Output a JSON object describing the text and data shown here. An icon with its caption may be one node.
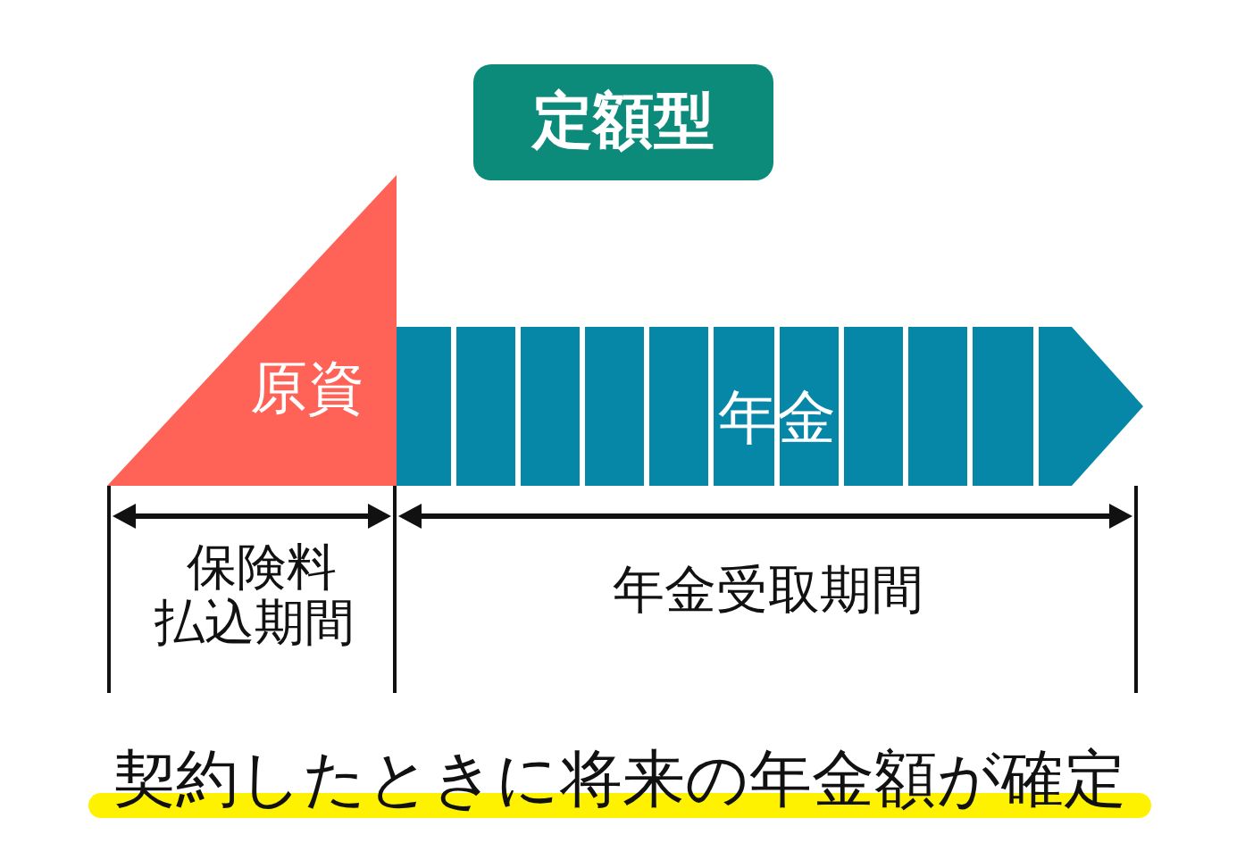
{
  "diagram": {
    "title": "定額型",
    "caption": "契約したときに将来の年金額が確定",
    "nodes": [
      {
        "text": [
          "原資"
        ]
      },
      {
        "text": [
          "年金"
        ]
      }
    ],
    "labels": [
      "保険料払込期間",
      "年金受取期間"
    ]
  }
}
